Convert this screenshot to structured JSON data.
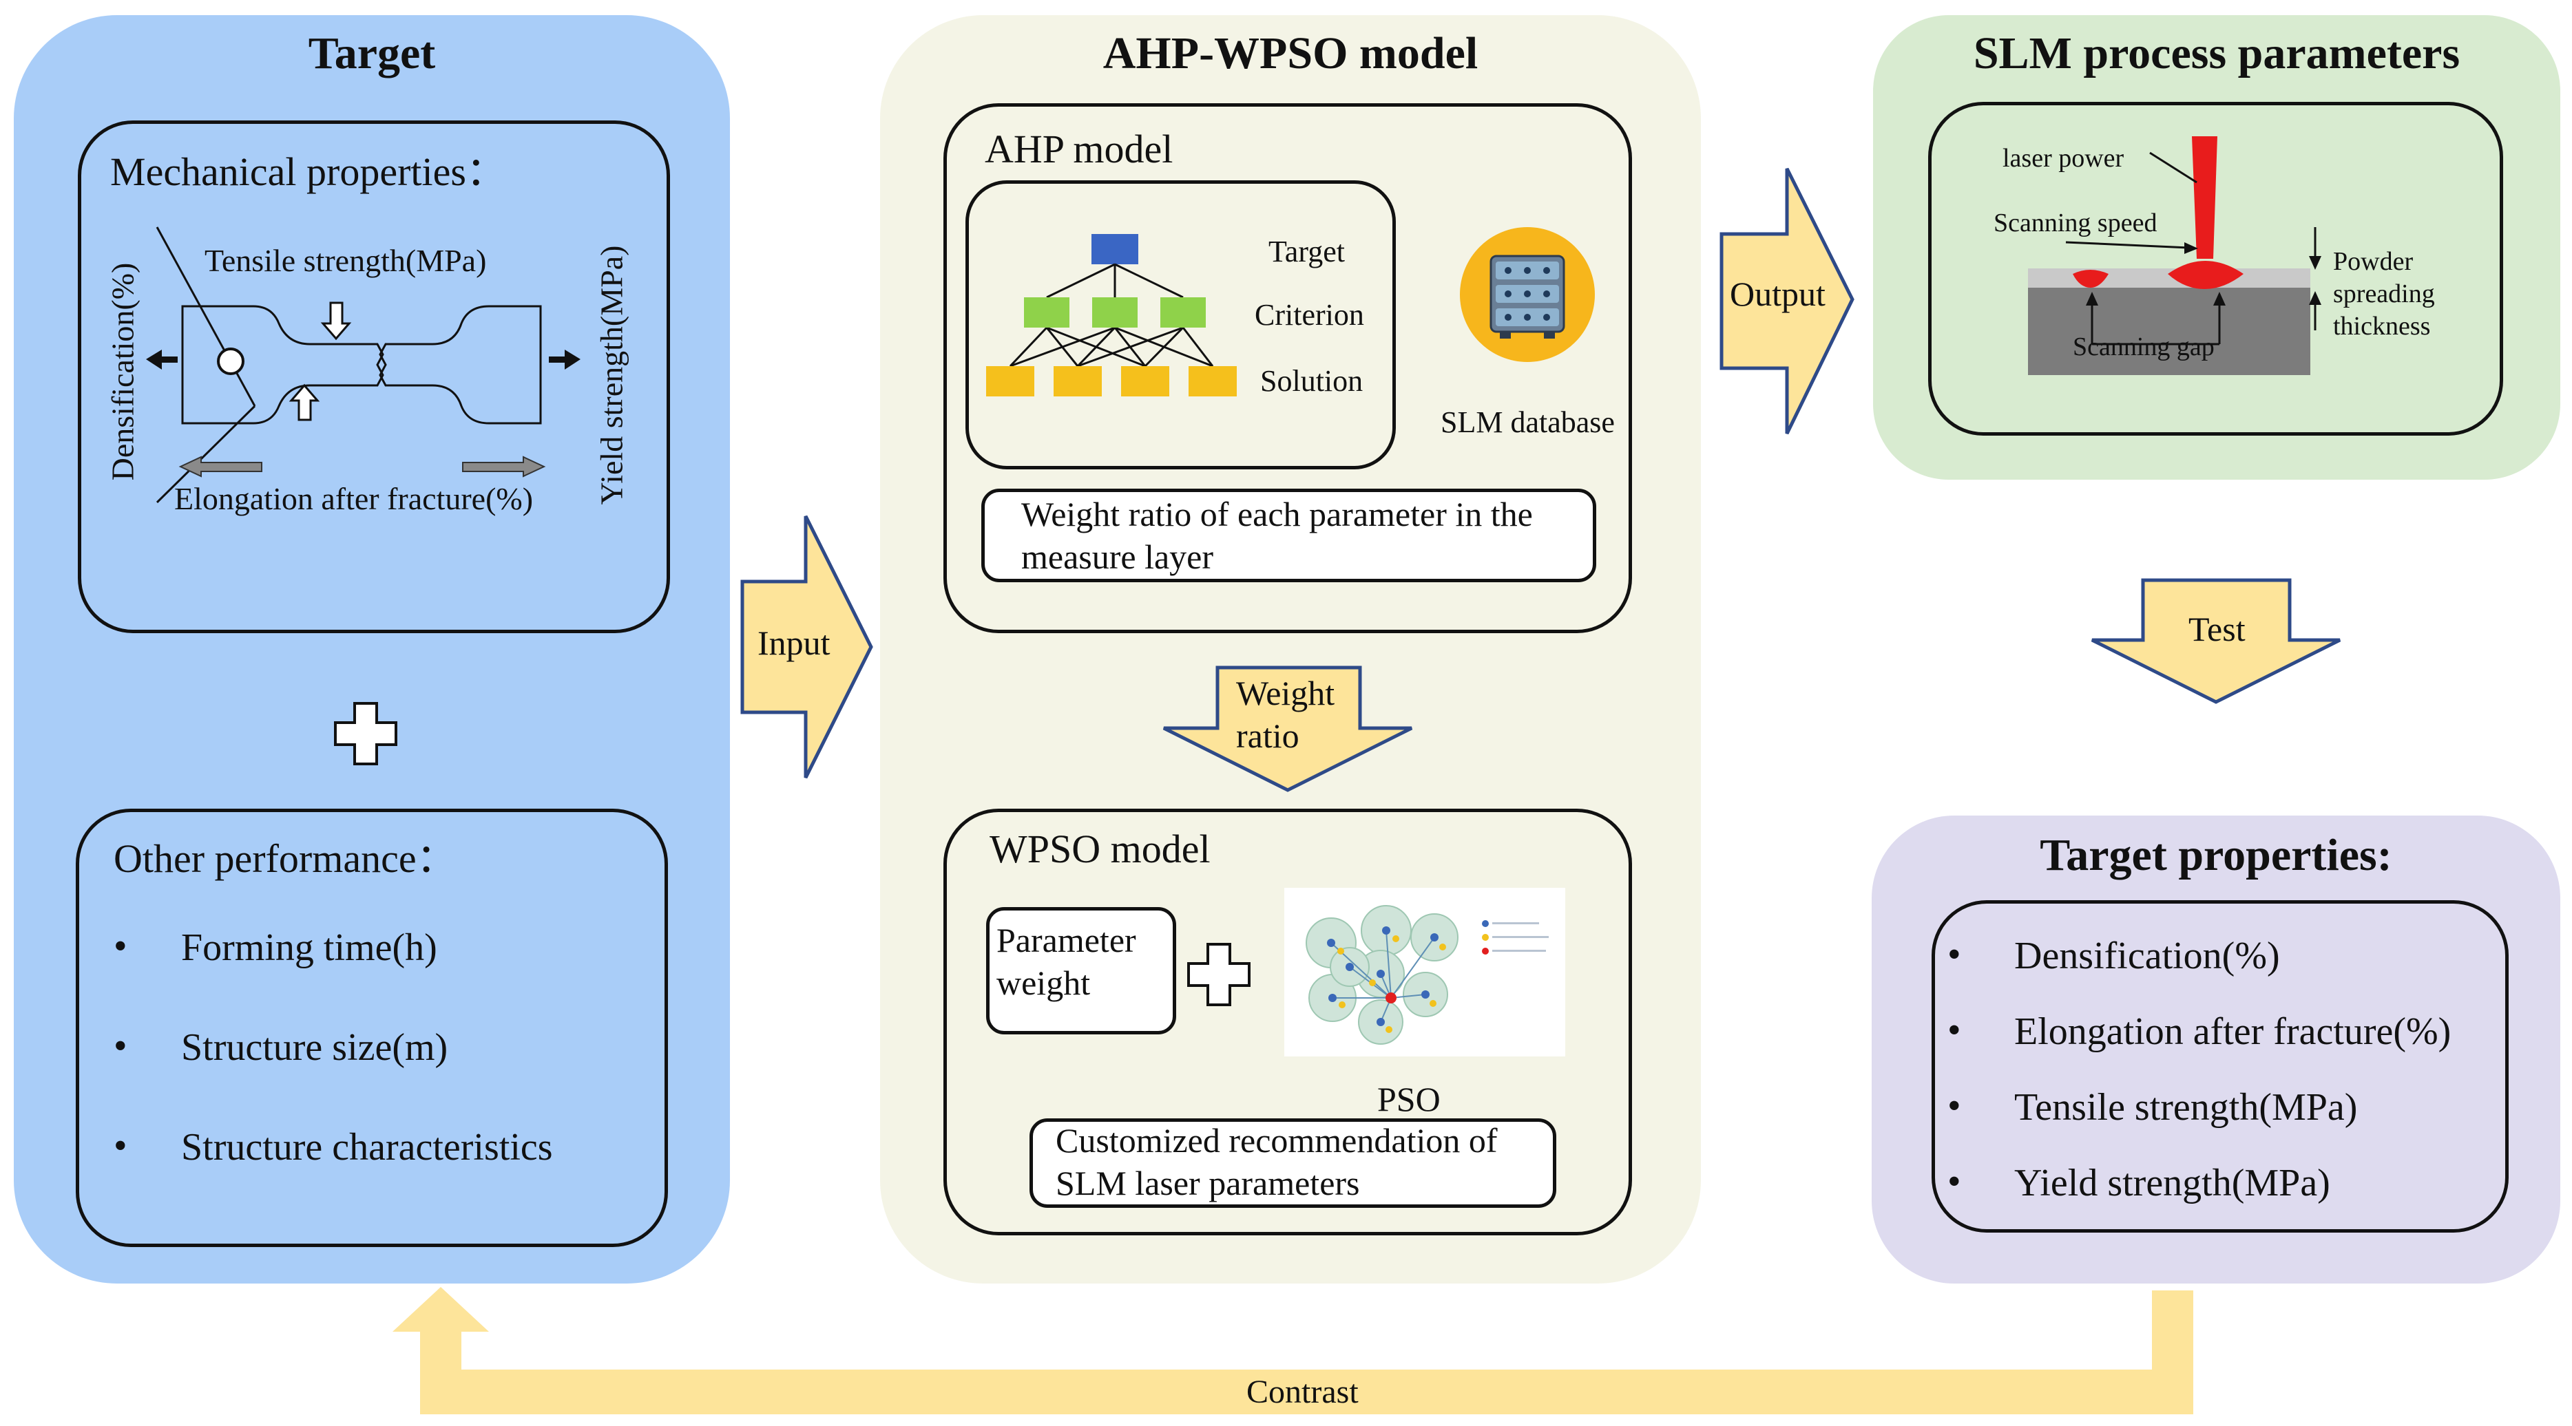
{
  "colors": {
    "target_panel": "#a9cdf8",
    "model_panel": "#f4f4e6",
    "slm_panel": "#d8ebd0",
    "props_panel": "#dedbef",
    "arrow_fill": "#fde49a",
    "arrow_stroke": "#2e4a88",
    "laser_red": "#e81c1c",
    "hierarchy_top": "#3a66c4",
    "hierarchy_mid": "#8fd24a",
    "hierarchy_low": "#f5c01c",
    "database_circle": "#f7b61c"
  },
  "target": {
    "title": "Target",
    "mechanical": {
      "heading": "Mechanical properties：",
      "tensile": "Tensile strength(MPa)",
      "densification": "Densification(%)",
      "yield": "Yield strength(MPa)",
      "elongation": "Elongation after fracture(%)"
    },
    "plus_icon": "plus-icon",
    "other": {
      "heading": "Other performance：",
      "bullet": "•",
      "items": [
        "Forming time(h)",
        "Structure size(m)",
        "Structure characteristics"
      ]
    }
  },
  "arrows": {
    "input": "Input",
    "output": "Output",
    "weight_ratio_line1": "Weight",
    "weight_ratio_line2": "ratio",
    "test": "Test",
    "contrast": "Contrast"
  },
  "model": {
    "title": "AHP-WPSO model",
    "ahp": {
      "heading": "AHP model",
      "levels": [
        "Target",
        "Criterion",
        "Solution"
      ],
      "database_label": "SLM database",
      "weight_box_line1": "Weight ratio of each parameter in the",
      "weight_box_line2": "measure layer"
    },
    "wpso": {
      "heading": "WPSO model",
      "param_line1": "Parameter",
      "param_line2": "weight",
      "pso_label": "PSO",
      "recommend_line1": "Customized recommendation of",
      "recommend_line2": "SLM laser parameters"
    }
  },
  "slm": {
    "title": "SLM process parameters",
    "laser_power": "laser power",
    "scanning_speed": "Scanning speed",
    "scanning_gap": "Scanning gap",
    "powder_line1": "Powder",
    "powder_line2": "spreading",
    "powder_line3": "thickness"
  },
  "target_properties": {
    "title": "Target properties:",
    "bullet": "•",
    "items": [
      "Densification(%)",
      "Elongation after fracture(%)",
      "Tensile strength(MPa)",
      "Yield strength(MPa)"
    ]
  }
}
